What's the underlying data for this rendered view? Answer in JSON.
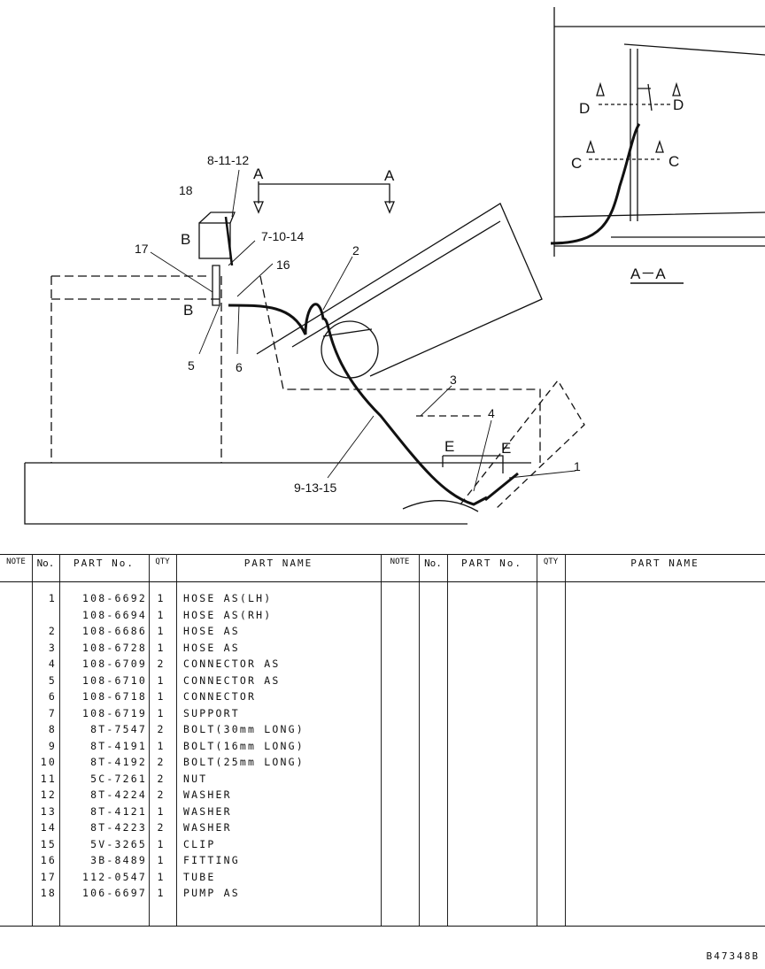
{
  "callouts": {
    "c1": "1",
    "c2": "2",
    "c3": "3",
    "c4": "4",
    "c5": "5",
    "c6": "6",
    "c7_10_14": "7-10-14",
    "c8_11_12": "8-11-12",
    "c9_13_15": "9-13-15",
    "c16": "16",
    "c17": "17",
    "c18": "18"
  },
  "section_markers": {
    "a": "A",
    "b": "B",
    "c": "C",
    "d": "D",
    "e": "E"
  },
  "section_view_label": "A－A",
  "table": {
    "headers": {
      "note": "NOTE",
      "no": "No.",
      "part_no": "PART No.",
      "qty": "QTY",
      "part_name": "PART NAME"
    },
    "rows": [
      {
        "no": "1",
        "part_no": "108-6692",
        "qty": "1",
        "name": "HOSE AS(LH)"
      },
      {
        "no": "",
        "part_no": "108-6694",
        "qty": "1",
        "name": "HOSE AS(RH)"
      },
      {
        "no": "2",
        "part_no": "108-6686",
        "qty": "1",
        "name": "HOSE AS"
      },
      {
        "no": "3",
        "part_no": "108-6728",
        "qty": "1",
        "name": "HOSE AS"
      },
      {
        "no": "4",
        "part_no": "108-6709",
        "qty": "2",
        "name": "CONNECTOR AS"
      },
      {
        "no": "5",
        "part_no": "108-6710",
        "qty": "1",
        "name": "CONNECTOR AS"
      },
      {
        "no": "6",
        "part_no": "108-6718",
        "qty": "1",
        "name": "CONNECTOR"
      },
      {
        "no": "7",
        "part_no": "108-6719",
        "qty": "1",
        "name": "SUPPORT"
      },
      {
        "no": "8",
        "part_no": "8T-7547",
        "qty": "2",
        "name": "BOLT(30mm LONG)"
      },
      {
        "no": "9",
        "part_no": "8T-4191",
        "qty": "1",
        "name": "BOLT(16mm LONG)"
      },
      {
        "no": "10",
        "part_no": "8T-4192",
        "qty": "2",
        "name": "BOLT(25mm LONG)"
      },
      {
        "no": "11",
        "part_no": "5C-7261",
        "qty": "2",
        "name": "NUT"
      },
      {
        "no": "12",
        "part_no": "8T-4224",
        "qty": "2",
        "name": "WASHER"
      },
      {
        "no": "13",
        "part_no": "8T-4121",
        "qty": "1",
        "name": "WASHER"
      },
      {
        "no": "14",
        "part_no": "8T-4223",
        "qty": "2",
        "name": "WASHER"
      },
      {
        "no": "15",
        "part_no": "5V-3265",
        "qty": "1",
        "name": "CLIP"
      },
      {
        "no": "16",
        "part_no": "3B-8489",
        "qty": "1",
        "name": "FITTING"
      },
      {
        "no": "17",
        "part_no": "112-0547",
        "qty": "1",
        "name": "TUBE"
      },
      {
        "no": "18",
        "part_no": "106-6697",
        "qty": "1",
        "name": "PUMP AS"
      }
    ]
  },
  "drawing_number": "B47348B"
}
